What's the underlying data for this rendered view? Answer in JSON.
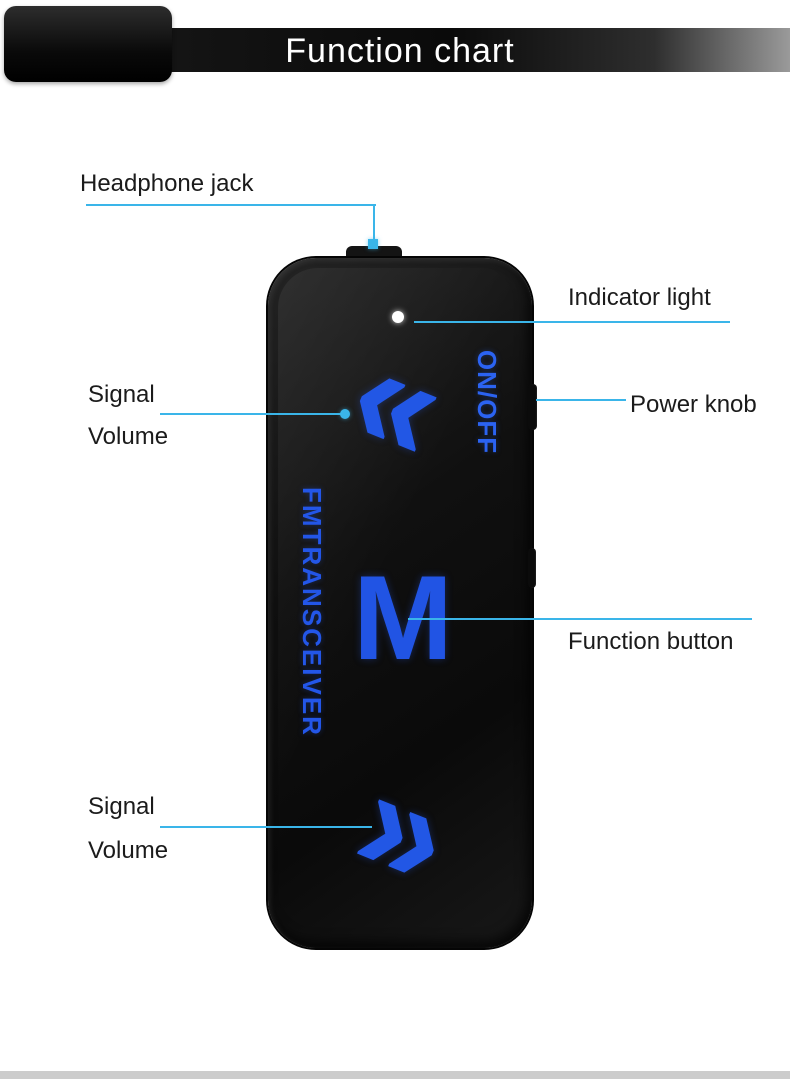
{
  "header": {
    "title": "Function chart"
  },
  "annotations": {
    "headphone_jack": {
      "label": "Headphone jack"
    },
    "indicator_light": {
      "label": "Indicator light"
    },
    "signal_volume_top": {
      "line1": "Signal",
      "line2": "Volume"
    },
    "power_knob": {
      "label": "Power knob"
    },
    "function_button": {
      "label": "Function button"
    },
    "signal_volume_bottom": {
      "line1": "Signal",
      "line2": "Volume"
    }
  },
  "device": {
    "power_label": "ON/OFF",
    "side_label": "FMTRANSCEIVER",
    "function_key_label": "M",
    "volume_up_glyph": "«",
    "volume_down_glyph": "»"
  },
  "colors": {
    "leader_line": "#3ab5e9",
    "device_glyph_blue": "#2257e5",
    "indicator_dot": "#ffffff",
    "header_background": "#0f0f0f"
  }
}
